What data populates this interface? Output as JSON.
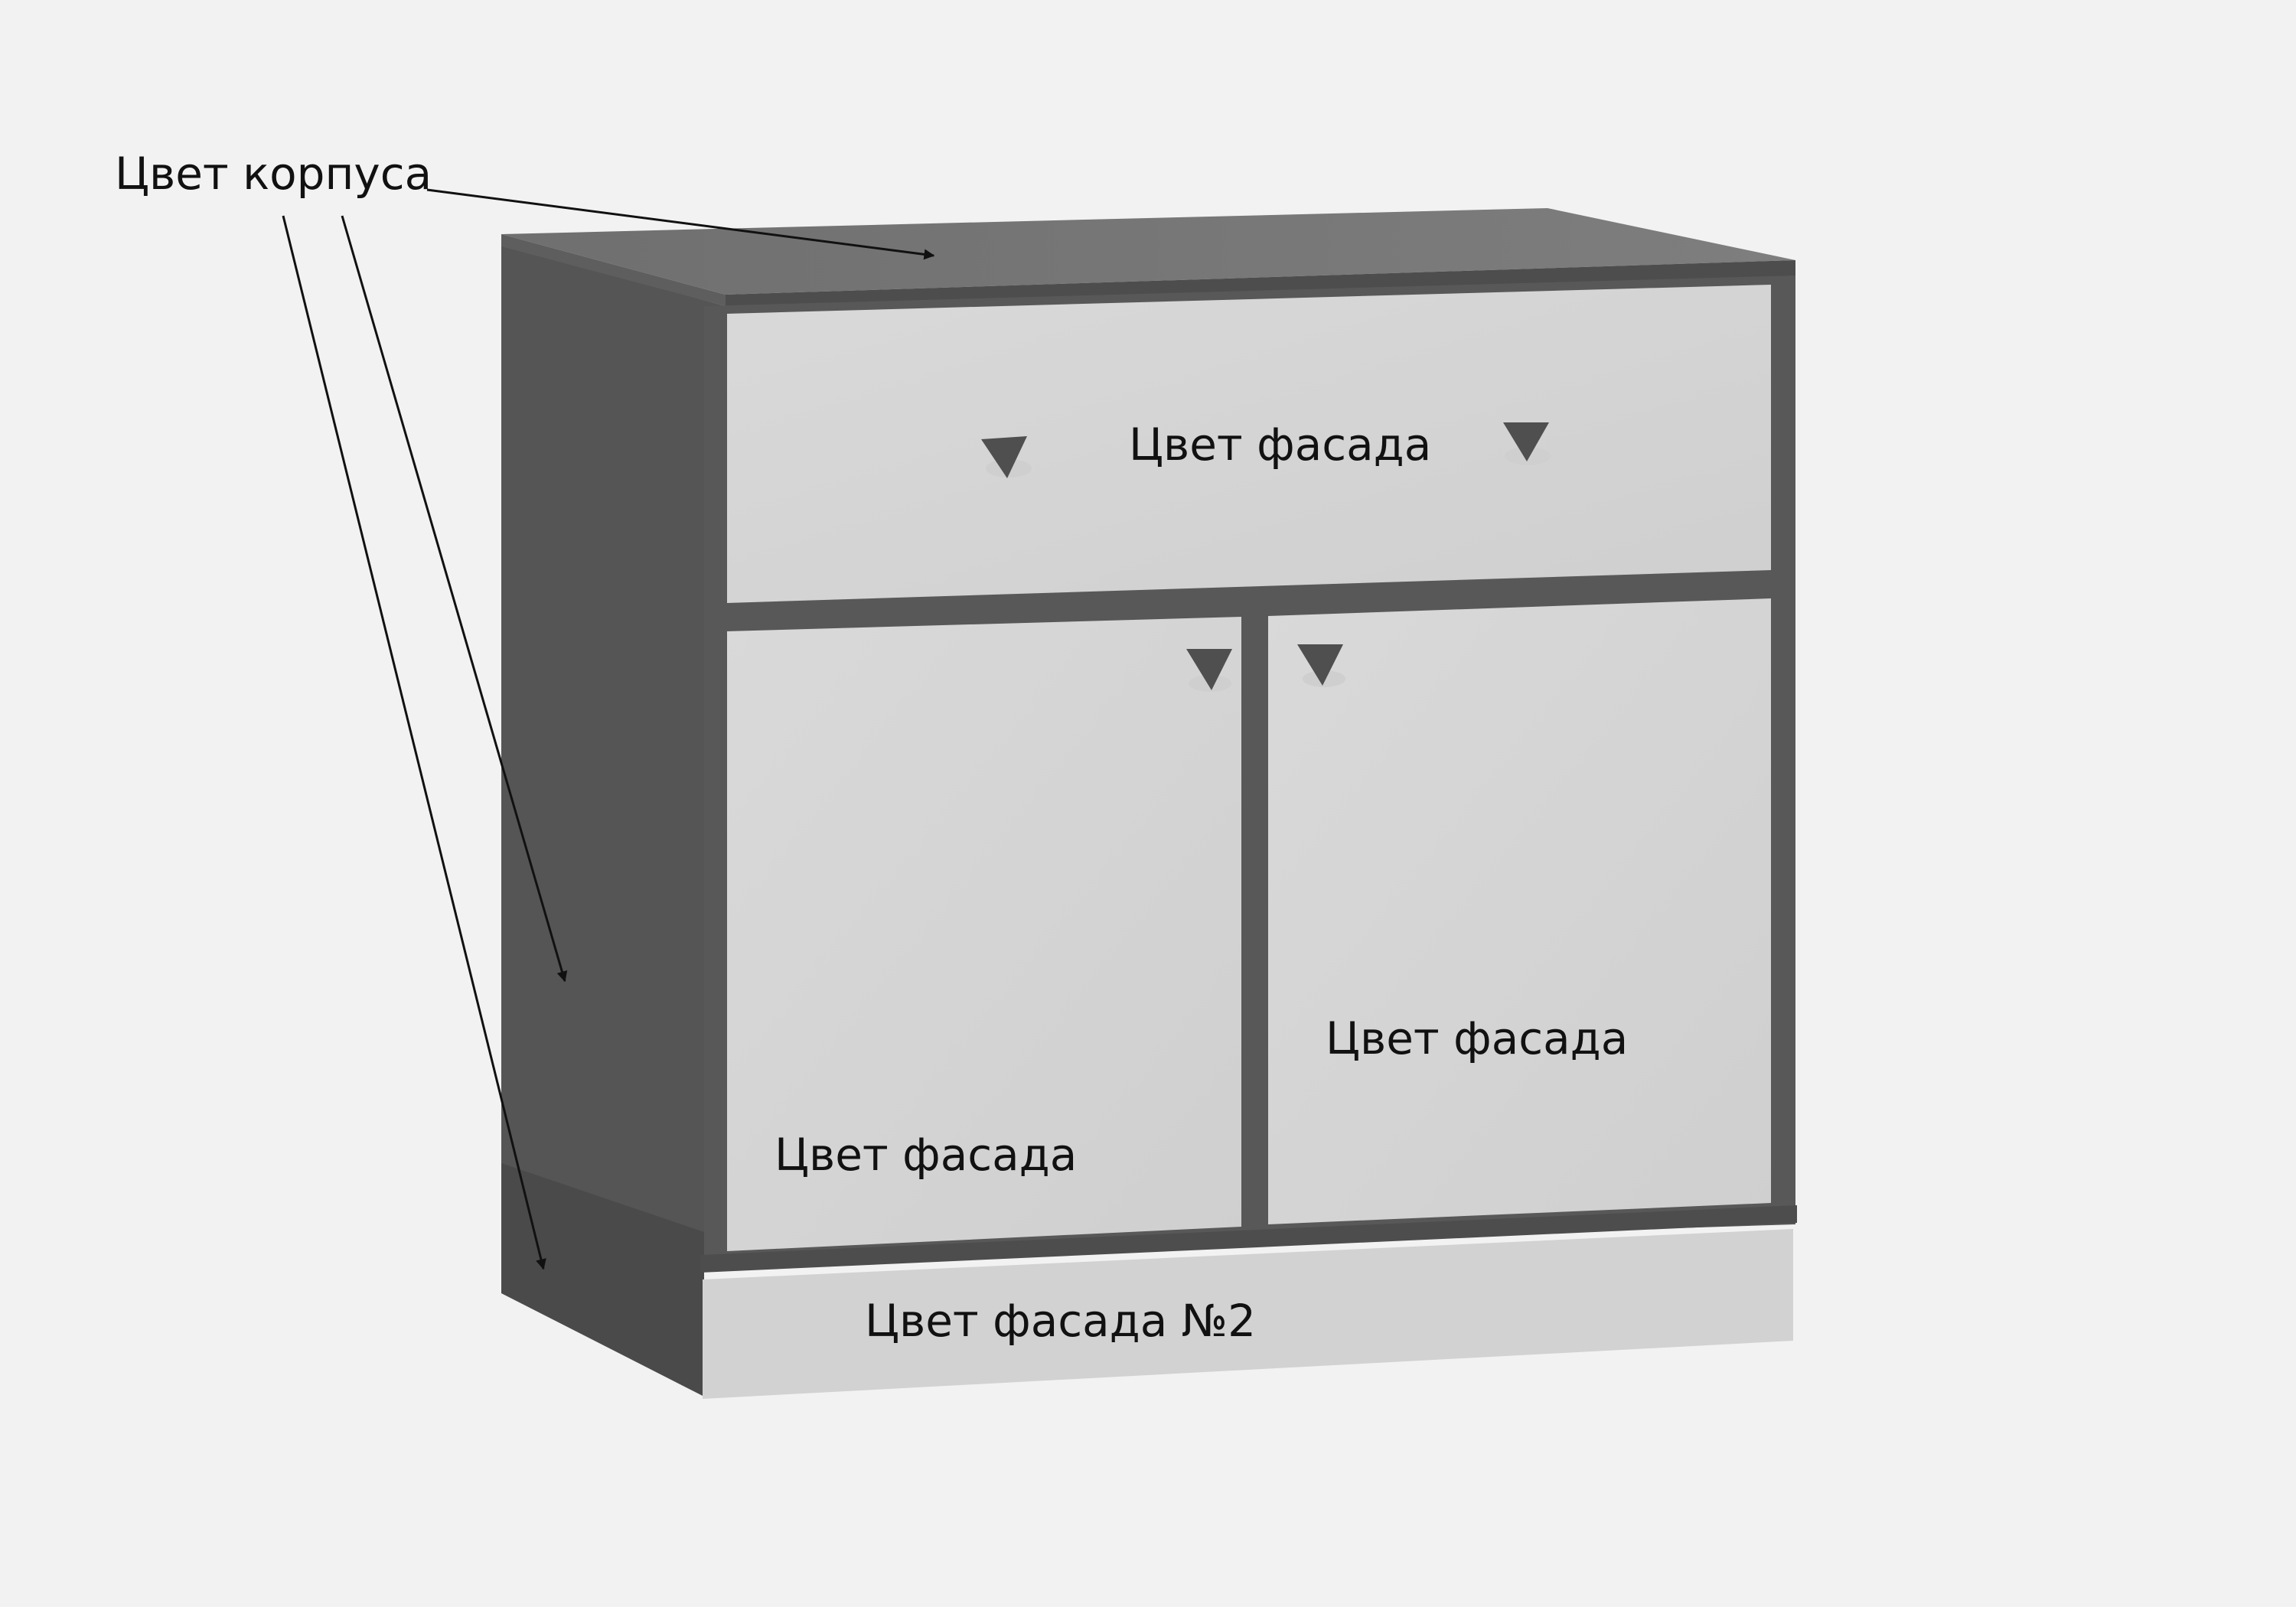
{
  "labels": {
    "body_color": "Цвет корпуса",
    "facade_color_drawer": "Цвет фасада",
    "facade_color_right_door": "Цвет фасада",
    "facade_color_left_door": "Цвет фасада",
    "facade_color_2": "Цвет фасада №2"
  },
  "colors": {
    "background": "#f2f2f2",
    "body_front": "#585858",
    "body_side": "#555555",
    "body_top": "#7b7b7b",
    "facade": "#d4d4d4",
    "plinth_facade": "#d2d2d2",
    "handle": "#4f4f4f",
    "arrow": "#111111",
    "text": "#111111"
  }
}
